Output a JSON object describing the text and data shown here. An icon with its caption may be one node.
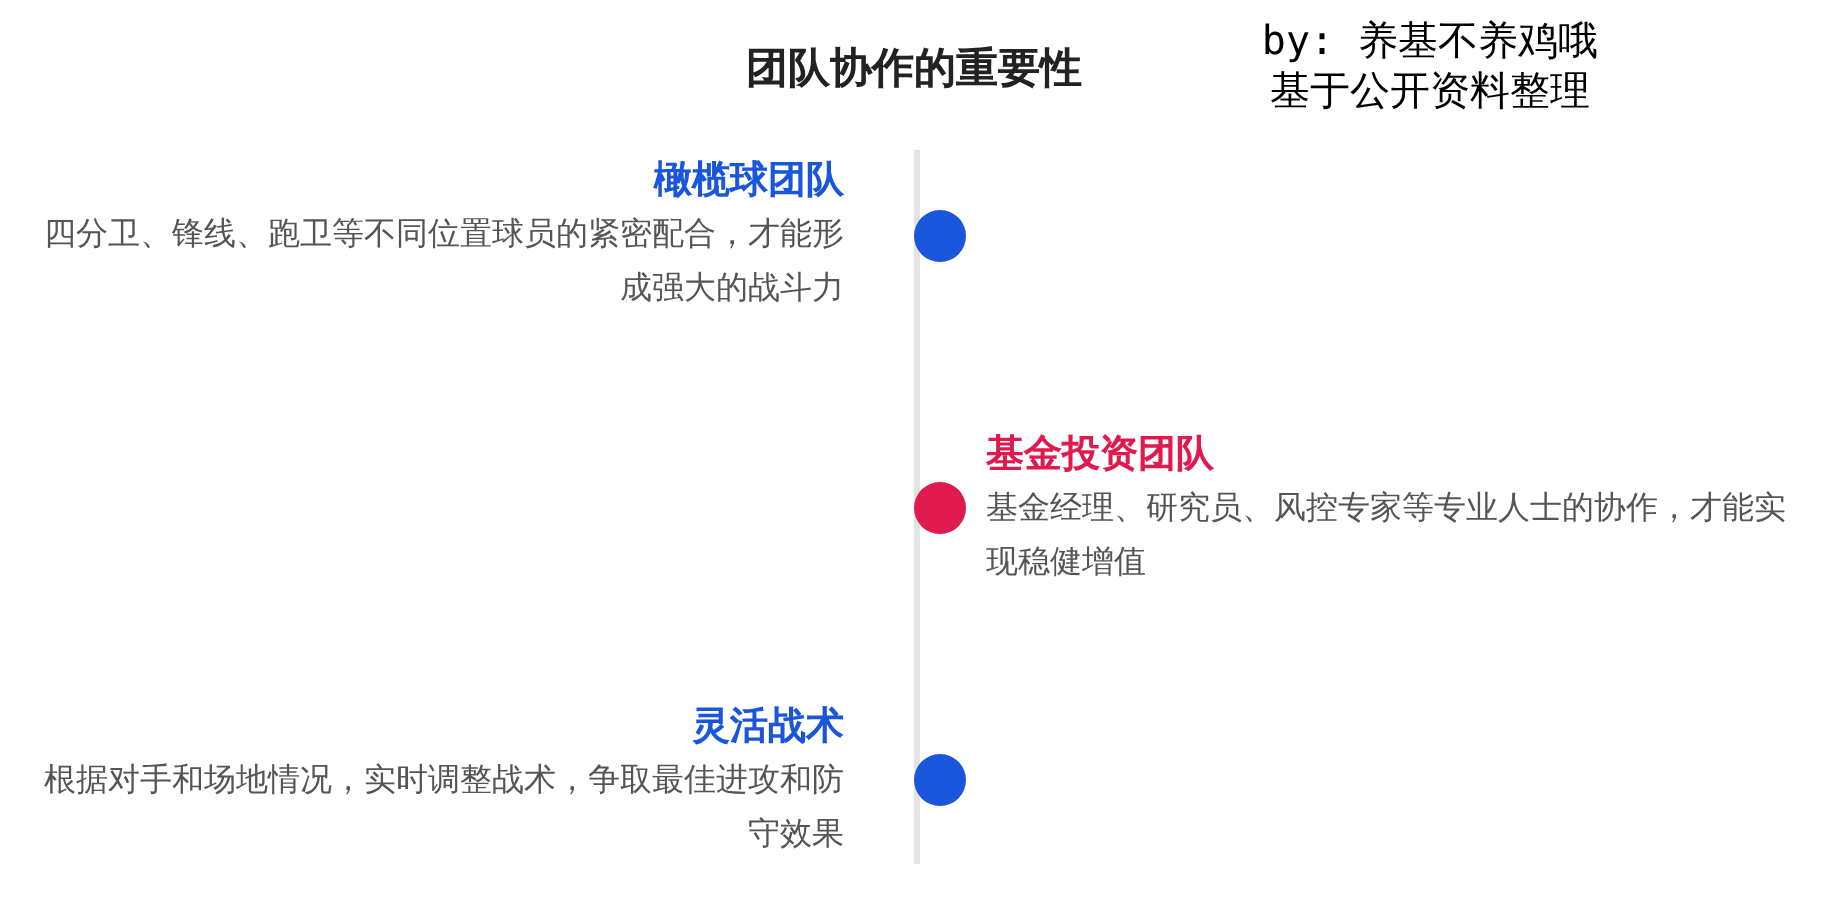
{
  "diagram": {
    "title": "团队协作的重要性",
    "nodes": [
      {
        "text": [
          "橄榄球团队",
          "四分卫、锋线、跑卫等不同位置球员的紧密配合，才能形成强大的战斗力"
        ]
      },
      {
        "text": [
          "基金投资团队",
          "基金经理、研究员、风控专家等专业人士的协作，才能实现稳健增值"
        ]
      },
      {
        "text": [
          "灵活战术",
          "根据对手和场地情况，实时调整战术，争取最佳进攻和防守效果"
        ]
      }
    ],
    "labels": [
      "by: 养基不养鸡哦",
      "基于公开资料整理"
    ]
  }
}
